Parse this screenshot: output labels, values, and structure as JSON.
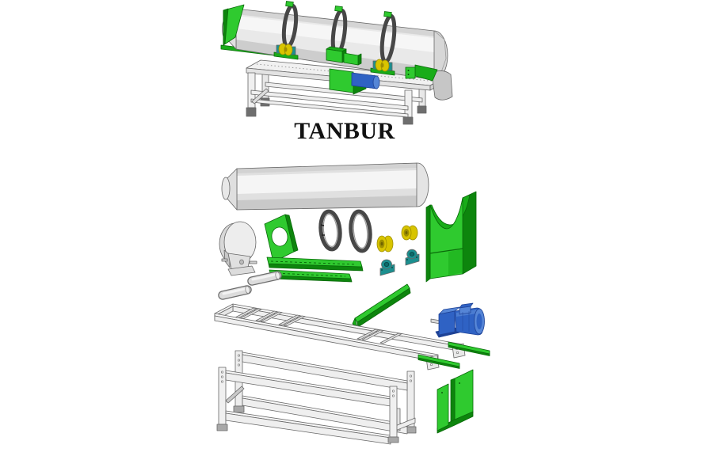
{
  "title": {
    "label": "TANBUR"
  },
  "colors": {
    "background": "#ffffff",
    "green_bright": "#2fca2f",
    "green_mid": "#18ac18",
    "green_dark": "#0d850d",
    "green_edge": "#0a6a0a",
    "yellow": "#d8c400",
    "yellow_dark": "#9e8f00",
    "teal": "#1b8f8f",
    "blue": "#2f62c4",
    "blue_dark": "#1e4296",
    "blue_light": "#5585d6",
    "band_dark": "#474747",
    "outline": "#676767",
    "foot_gray": "#6e6e6e"
  },
  "figure": {
    "caption": "TANBUR",
    "views": [
      {
        "id": "assembled",
        "label": "assembled-machine"
      },
      {
        "id": "exploded",
        "label": "exploded-parts-view"
      }
    ],
    "parts": [
      "drum-shell",
      "nose-cone",
      "riding-ring",
      "riding-ring",
      "end-disc",
      "inlet-bracket",
      "bracket-rails",
      "support-roller",
      "support-roller",
      "pillow-block-bearing",
      "pillow-block-bearing",
      "saddle-support",
      "shaft-rod",
      "shaft-rod",
      "angle-bar",
      "top-frame",
      "mounting-strip",
      "mounting-strip",
      "gear-motor",
      "base-frame",
      "motor-bracket",
      "feed-hopper",
      "table-frame",
      "drive-motor",
      "discharge-chute"
    ]
  }
}
